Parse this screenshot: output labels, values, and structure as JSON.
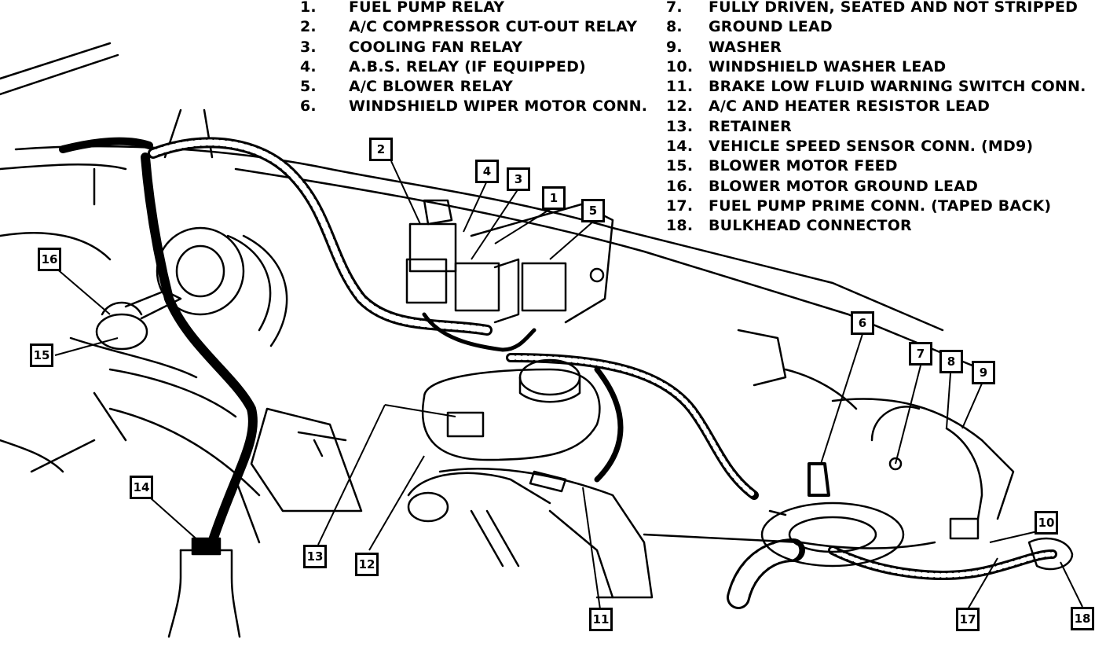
{
  "legend_left": [
    {
      "num": "1.",
      "text": "FUEL PUMP RELAY"
    },
    {
      "num": "2.",
      "text": "A/C COMPRESSOR CUT-OUT RELAY"
    },
    {
      "num": "3.",
      "text": "COOLING FAN RELAY"
    },
    {
      "num": "4.",
      "text": "A.B.S. RELAY (IF EQUIPPED)"
    },
    {
      "num": "5.",
      "text": "A/C BLOWER RELAY"
    },
    {
      "num": "6.",
      "text": "WINDSHIELD WIPER MOTOR CONN."
    }
  ],
  "legend_right": [
    {
      "num": "7.",
      "text": "FULLY DRIVEN, SEATED AND NOT STRIPPED"
    },
    {
      "num": "8.",
      "text": "GROUND LEAD"
    },
    {
      "num": "9.",
      "text": "WASHER"
    },
    {
      "num": "10.",
      "text": "WINDSHIELD WASHER LEAD"
    },
    {
      "num": "11.",
      "text": "BRAKE LOW FLUID WARNING SWITCH CONN."
    },
    {
      "num": "12.",
      "text": "A/C AND HEATER RESISTOR LEAD"
    },
    {
      "num": "13.",
      "text": "RETAINER"
    },
    {
      "num": "14.",
      "text": "VEHICLE SPEED SENSOR CONN. (MD9)"
    },
    {
      "num": "15.",
      "text": "BLOWER MOTOR FEED"
    },
    {
      "num": "16.",
      "text": "BLOWER MOTOR GROUND LEAD"
    },
    {
      "num": "17.",
      "text": "FUEL PUMP PRIME CONN. (TAPED BACK)"
    },
    {
      "num": "18.",
      "text": "BULKHEAD CONNECTOR"
    }
  ],
  "callouts": [
    "1",
    "2",
    "3",
    "4",
    "5",
    "6",
    "7",
    "8",
    "9",
    "10",
    "11",
    "12",
    "13",
    "14",
    "15",
    "16",
    "17",
    "18"
  ],
  "colors": {
    "ink": "#000000",
    "paper": "#ffffff"
  }
}
